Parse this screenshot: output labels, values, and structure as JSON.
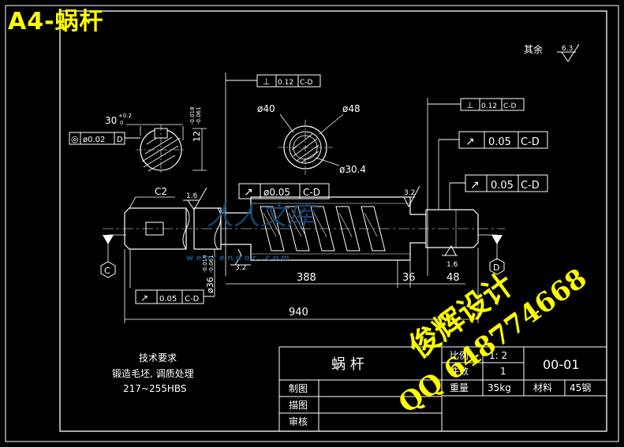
{
  "header": {
    "title": "A4-蜗杆"
  },
  "watermark": {
    "line1": "俊辉设计",
    "line2": "QQ 648774668",
    "site_logo": "人人文库",
    "site_url": "w e n r e n d o c . c o m"
  },
  "surface": {
    "qita": "其余",
    "default_roughness": "6.3"
  },
  "section_labels": {
    "dia40": "ø40",
    "dia48": "ø48",
    "dia30_4": "ø30.4"
  },
  "keyway": {
    "angle": "30",
    "angle_tol_upper": "+0.2",
    "angle_tol_lower": "0",
    "depth": "12",
    "depth_tol_upper": "-0.018",
    "depth_tol_lower": "-0.061"
  },
  "tolerance_frames": {
    "sym_key": {
      "symbol": "◎",
      "value": "ø0.02",
      "datum": "D"
    },
    "perp_top": {
      "symbol": "⊥",
      "value": "0.12",
      "datum": "C-D"
    },
    "perp_right": {
      "symbol": "⊥",
      "value": "0.12",
      "datum": "C-D"
    },
    "runout_right1": {
      "symbol": "↗",
      "value": "0.05",
      "datum": "C-D"
    },
    "runout_right2": {
      "symbol": "↗",
      "value": "0.05",
      "datum": "C-D"
    },
    "runout_mid": {
      "symbol": "↗",
      "value": "ø0.05",
      "datum": "C-D"
    },
    "runout_bottom": {
      "symbol": "↗",
      "value": "0.05",
      "datum": "C-D"
    }
  },
  "dimensions": {
    "chamfer": "C2",
    "len388": "388",
    "len36": "36",
    "len48": "48",
    "len940": "940",
    "shaft_dia": "ø36",
    "shaft_tol_upper": "-0.018",
    "shaft_tol_lower": "-0.061"
  },
  "roughness": {
    "r1": "1.6",
    "r2": "3.2",
    "r3": "3.2",
    "r4": "1.6"
  },
  "datums": {
    "c": "C",
    "d": "D"
  },
  "tech_req": {
    "title": "技术要求",
    "line1": "锻造毛坯, 调质处理",
    "line2": "217~255HBS"
  },
  "title_block": {
    "part_name": "蜗 杆",
    "scale_label": "比例",
    "scale_value": "1: 2",
    "qty_label": "件数",
    "qty_value": "1",
    "drawing_no": "00-01",
    "weight_label": "重量",
    "weight_value": "35kg",
    "material_label": "材料",
    "material_value": "45钢",
    "drawn_label": "制图",
    "traced_label": "描图",
    "checked_label": "审核"
  },
  "colors": {
    "line": "#ffffff",
    "cyan": "#00ffff",
    "title": "#ffff00",
    "hatch": "#ffffff"
  }
}
